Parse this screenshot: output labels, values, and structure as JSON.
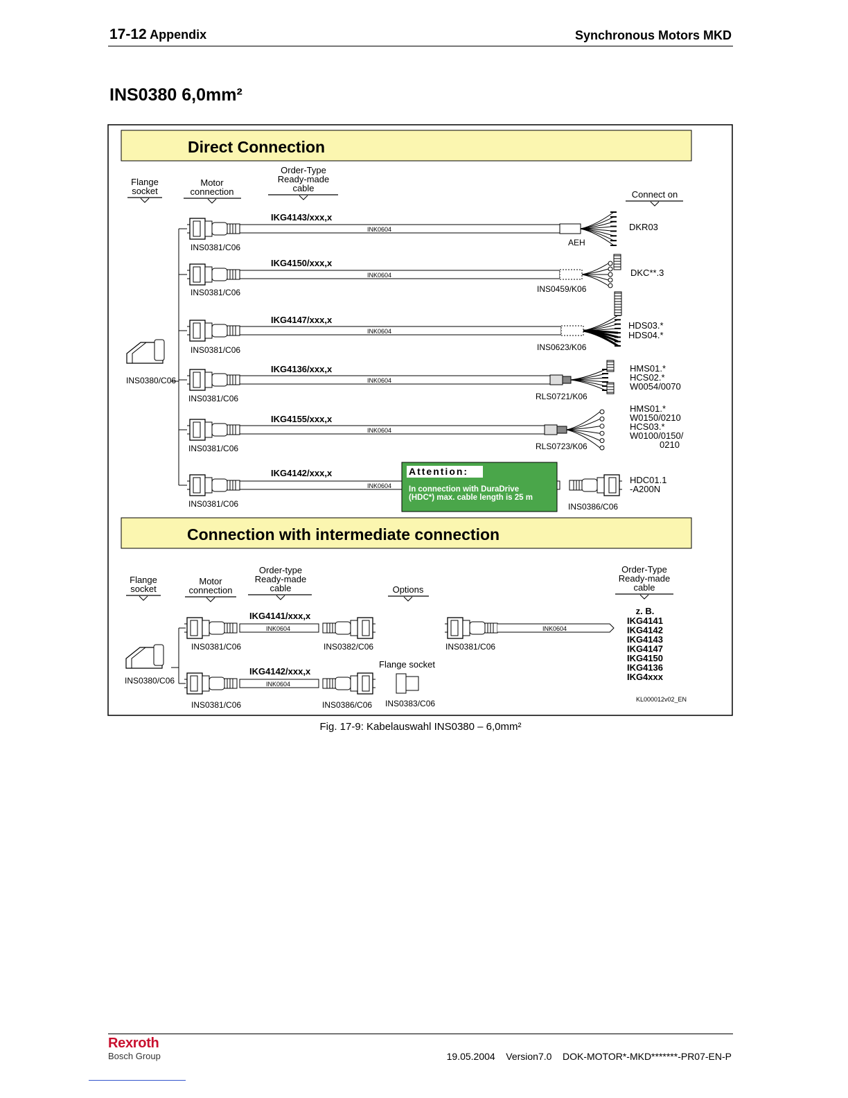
{
  "header": {
    "page_number": "17-12",
    "section": "Appendix",
    "document_title": "Synchronous Motors MKD"
  },
  "page_title": "INS0380  6,0mm²",
  "figure": {
    "direct": {
      "banner": "Direct Connection",
      "col_flange": [
        "Flange",
        "socket"
      ],
      "col_motor": [
        "Motor",
        "connection"
      ],
      "col_order": [
        "Order-Type",
        "Ready-made",
        "cable"
      ],
      "col_connect": "Connect on",
      "flange_socket": "INS0380/C06",
      "rows": [
        {
          "cable": "IKG4143/xxx,x",
          "motor": "INS0381/C06",
          "line": "INK0604",
          "end": "AEH",
          "target": [
            "DKR03"
          ]
        },
        {
          "cable": "IKG4150/xxx,x",
          "motor": "INS0381/C06",
          "line": "INK0604",
          "end": "INS0459/K06",
          "target": [
            "DKC**.3"
          ]
        },
        {
          "cable": "IKG4147/xxx,x",
          "motor": "INS0381/C06",
          "line": "INK0604",
          "end": "INS0623/K06",
          "target": [
            "HDS03.*",
            "HDS04.*"
          ]
        },
        {
          "cable": "IKG4136/xxx,x",
          "motor": "INS0381/C06",
          "line": "INK0604",
          "end": "RLS0721/K06",
          "target": [
            "HMS01.*",
            "HCS02.*",
            "W0054/0070"
          ]
        },
        {
          "cable": "IKG4155/xxx,x",
          "motor": "INS0381/C06",
          "line": "INK0604",
          "end": "RLS0723/K06",
          "target": [
            "HMS01.*",
            "W0150/0210",
            "HCS03.*",
            "W0100/0150/",
            "0210"
          ]
        },
        {
          "cable": "IKG4142/xxx,x",
          "motor": "INS0381/C06",
          "line": "INK0604",
          "end": "INS0386/C06",
          "target": [
            "HDC01.1",
            "-A200N"
          ]
        }
      ],
      "attention": {
        "title": "Attention:",
        "lines": [
          "In connection with DuraDrive",
          "(HDC*) max. cable length is 25 m"
        ]
      }
    },
    "intermediate": {
      "banner": "Connection with intermediate connection",
      "col_flange": [
        "Flange",
        "socket"
      ],
      "col_motor": [
        "Motor",
        "connection"
      ],
      "col_order": [
        "Order-type",
        "Ready-made",
        "cable"
      ],
      "col_options": "Options",
      "col_order_right": [
        "Order-Type",
        "Ready-made",
        "cable"
      ],
      "flange_socket": "INS0380/C06",
      "rows": [
        {
          "cable": "IKG4141/xxx,x",
          "motor": "INS0381/C06",
          "line": "INK0604",
          "end": "INS0382/C06"
        },
        {
          "cable": "IKG4142/xxx,x",
          "motor": "INS0381/C06",
          "line": "INK0604",
          "end": "INS0386/C06"
        }
      ],
      "flange_socket_label": "Flange socket",
      "flange_socket_option": "INS0383/C06",
      "right_motor": "INS0381/C06",
      "right_line": "INK0604",
      "example_header": "z. B.",
      "examples": [
        "IKG4141",
        "IKG4142",
        "IKG4143",
        "IKG4147",
        "IKG4150",
        "IKG4136",
        "IKG4xxx"
      ],
      "figure_code": "KL000012v02_EN"
    },
    "caption": "Fig. 17-9: Kabelauswahl INS0380 – 6,0mm²"
  },
  "footer": {
    "brand": "Rexroth",
    "brand_sub": "Bosch Group",
    "date": "19.05.2004",
    "version": "Version7.0",
    "doc_id": "DOK-MOTOR*-MKD*******-PR07-EN-P"
  },
  "colors": {
    "banner_fill": "#fbf6b0",
    "attention_fill": "#4aa64a",
    "brand_red": "#c8102e"
  }
}
